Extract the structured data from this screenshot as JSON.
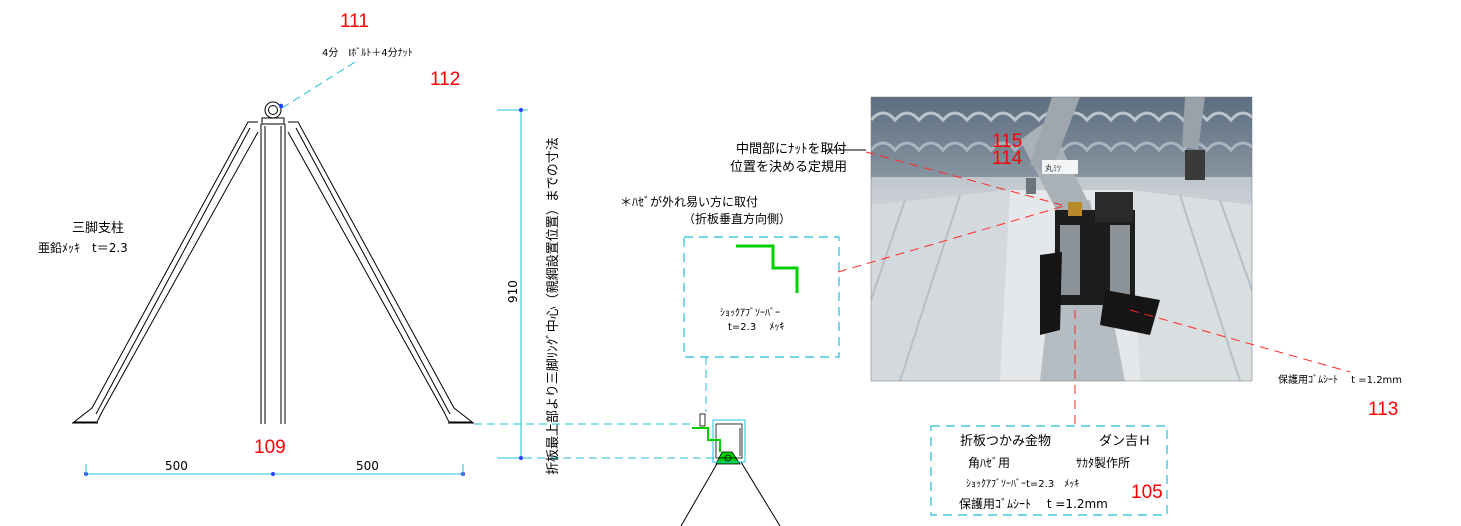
{
  "colors": {
    "callout_number": "#ff0000",
    "leader_line": "#22bfd9",
    "photo_leader": "#ff2a2a",
    "absorber_profile": "#00d000"
  },
  "callouts": {
    "n111": "111",
    "n112": "112",
    "n109": "109",
    "n115": "115",
    "n114": "114",
    "n113": "113",
    "n105": "105"
  },
  "labels": {
    "bolt": "4分　Iﾎﾞﾙﾄ＋4分ﾅｯﾄ",
    "tripod_line1": "三脚支柱",
    "tripod_line2": "亜鉛ﾒｯｷ　t＝2.3",
    "vertical_note": "折板最上部より三脚ﾘﾝｸﾞ中心（親綱設置位置）までの寸法",
    "hint_line1": "＊ﾊｾﾞが外れ易い方に取付",
    "hint_line2": "（折板垂直方向側）",
    "absorber_line1": "ｼｮｯｸｱﾌﾞｿｰﾊﾞｰ",
    "absorber_line2": "t=2.3　 ﾒｯｷ",
    "nut_line1": "中間部にﾅｯﾄを取付",
    "nut_line2": "位置を決める定規用",
    "rubber_sheet": "保護用ｺﾞﾑｼｰﾄ　 t =1.2mm"
  },
  "dimensions": {
    "height": "910",
    "left_span": "500",
    "right_span": "500"
  },
  "spec_box": {
    "line1_a": "折板つかみ金物",
    "line1_b": "ダン吉Ｈ",
    "line2_a": "角ﾊｾﾞ用",
    "line2_b": "ｻｶﾀ製作所",
    "line3": "ｼｮｯｸｱﾌﾞｿｰﾊﾞｰt=2.3　ﾒｯｷ",
    "line4": "保護用ｺﾞﾑｼｰﾄ　 t =1.2mm"
  },
  "photo": {
    "tag": "丸ﾐﾂ"
  }
}
